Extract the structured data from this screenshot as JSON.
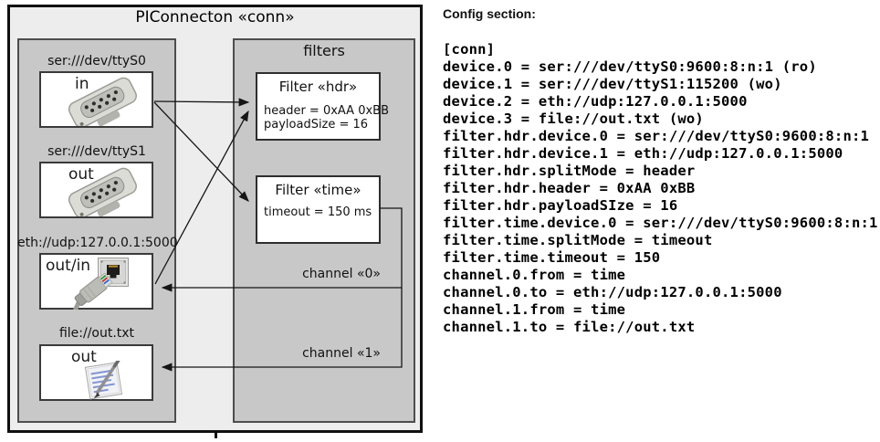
{
  "diagram": {
    "title": "PIConnecton «conn»",
    "devices_panel": {
      "devices": [
        {
          "label": "ser:///dev/ttyS0",
          "direction": "in",
          "icon": "serial-connector-icon"
        },
        {
          "label": "ser:///dev/ttyS1",
          "direction": "out",
          "icon": "serial-connector-icon"
        },
        {
          "label": "eth://udp:127.0.0.1:5000",
          "direction": "out/in",
          "icon": "ethernet-jack-icon + ethernet-cable-icon"
        },
        {
          "label": "file://out.txt",
          "direction": "out",
          "icon": "notepad-pen-icon"
        }
      ]
    },
    "filters_panel": {
      "title": "filters",
      "filters": [
        {
          "title": "Filter «hdr»",
          "properties": [
            "header = 0xAA 0xBB",
            "payloadSize = 16"
          ]
        },
        {
          "title": "Filter «time»",
          "properties": [
            "timeout = 150 ms"
          ]
        }
      ]
    },
    "channels": [
      {
        "label": "channel «0»"
      },
      {
        "label": "channel «1»"
      }
    ]
  },
  "config": {
    "heading": "Config section:",
    "lines": [
      "[conn]",
      "device.0 = ser:///dev/ttyS0:9600:8:n:1 (ro)",
      "device.1 = ser:///dev/ttyS1:115200 (wo)",
      "device.2 = eth://udp:127.0.0.1:5000",
      "device.3 = file://out.txt (wo)",
      "filter.hdr.device.0 = ser:///dev/ttyS0:9600:8:n:1",
      "filter.hdr.device.1 = eth://udp:127.0.0.1:5000",
      "filter.hdr.splitMode = header",
      "filter.hdr.header = 0xAA 0xBB",
      "filter.hdr.payloadSIze = 16",
      "filter.time.device.0 = ser:///dev/ttyS0:9600:8:n:1",
      "filter.time.splitMode = timeout",
      "filter.time.timeout = 150",
      "channel.0.from = time",
      "channel.0.to = eth://udp:127.0.0.1:5000",
      "channel.1.from = time",
      "channel.1.to = file://out.txt"
    ]
  },
  "colors": {
    "frame_background": "#ededed",
    "panel_background": "#c8c8c8",
    "box_background": "#ffffff",
    "frame_border": "#101010",
    "panel_border": "#4d4d4d",
    "connector_line": "#151515"
  }
}
